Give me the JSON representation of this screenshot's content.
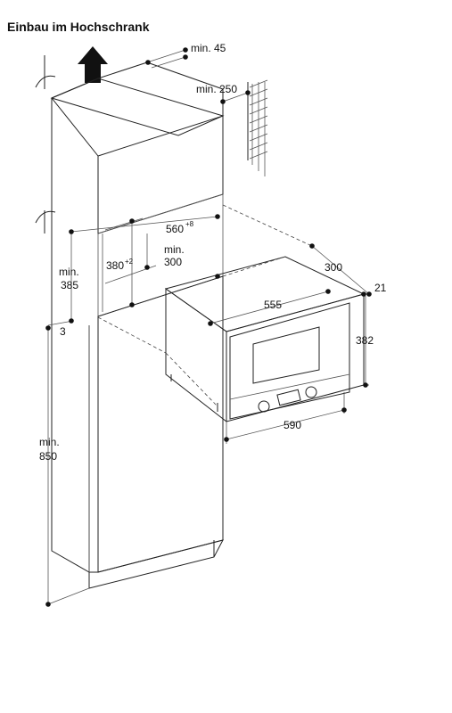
{
  "title": "Einbau im Hochschrank",
  "dimensions": {
    "top_gap_min": "min. 45",
    "back_gap_min": "min. 250",
    "niche_width": "560",
    "niche_width_tol": "+8",
    "niche_height": "380",
    "niche_height_tol": "+2",
    "niche_depth_min_a": "min.",
    "niche_depth_min_b": "300",
    "side_height_min_a": "min.",
    "side_height_min_b": "385",
    "offset_3": "3",
    "floor_height_min_a": "min.",
    "floor_height_min_b": "850",
    "appliance_depth": "300",
    "appliance_front_depth": "21",
    "appliance_inner_width": "555",
    "appliance_height": "382",
    "appliance_width": "590"
  },
  "icons": {
    "arrow": "up-arrow-icon"
  }
}
